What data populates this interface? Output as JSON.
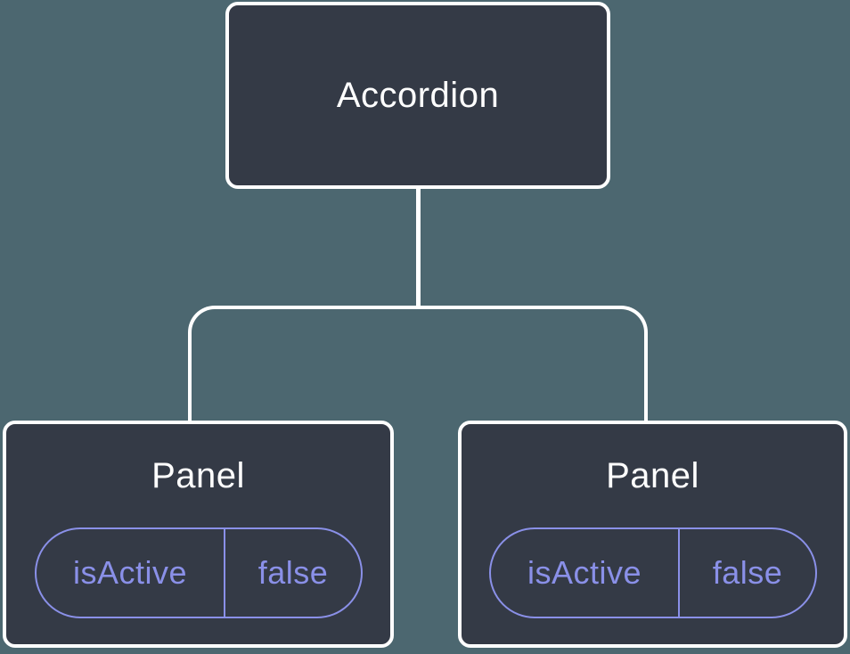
{
  "diagram": {
    "type": "component-tree",
    "root": {
      "label": "Accordion"
    },
    "children": [
      {
        "label": "Panel",
        "state": {
          "key": "isActive",
          "value": "false"
        }
      },
      {
        "label": "Panel",
        "state": {
          "key": "isActive",
          "value": "false"
        }
      }
    ]
  },
  "colors": {
    "background": "#4c6770",
    "card": "#343a46",
    "line": "#ffffff",
    "label": "#ffffff",
    "accent": "#8a90e8"
  }
}
